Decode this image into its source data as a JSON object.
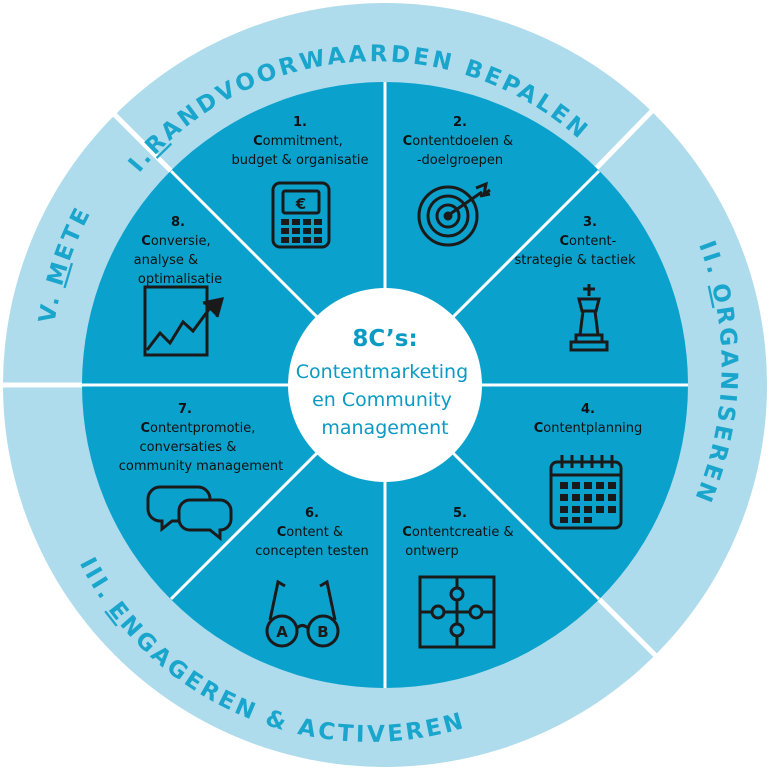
{
  "center": {
    "title": "8C’s:",
    "lines": [
      "Contentmarketing",
      "en Community",
      "management"
    ]
  },
  "phases": [
    {
      "numeral": "I.",
      "first": "R",
      "rest": "ANDVOORWAARDEN BEPALEN"
    },
    {
      "numeral": "II.",
      "first": "O",
      "rest": "RGANISEREN"
    },
    {
      "numeral": "III.",
      "first": "E",
      "rest": "NGAGEREN & ACTIVEREN"
    },
    {
      "numeral": "IV.",
      "first": "M",
      "rest": "ETEN"
    }
  ],
  "segments": [
    {
      "num": "1.",
      "lines": [
        {
          "b": "C",
          "t": "ommitment,"
        },
        {
          "b": "",
          "t": "budget & organisatie"
        }
      ],
      "icon": "calculator-icon"
    },
    {
      "num": "2.",
      "lines": [
        {
          "b": "C",
          "t": "ontentdoelen &"
        },
        {
          "b": "",
          "t": "-doelgroepen"
        }
      ],
      "icon": "target-icon"
    },
    {
      "num": "3.",
      "lines": [
        {
          "b": "C",
          "t": "ontent-"
        },
        {
          "b": "",
          "t": "strategie & tactiek"
        }
      ],
      "icon": "chess-king-icon"
    },
    {
      "num": "4.",
      "lines": [
        {
          "b": "C",
          "t": "ontentplanning"
        }
      ],
      "icon": "calendar-icon"
    },
    {
      "num": "5.",
      "lines": [
        {
          "b": "C",
          "t": "ontentcreatie &"
        },
        {
          "b": "",
          "t": "ontwerp"
        }
      ],
      "icon": "puzzle-icon"
    },
    {
      "num": "6.",
      "lines": [
        {
          "b": "C",
          "t": "ontent &"
        },
        {
          "b": "",
          "t": "concepten testen"
        }
      ],
      "icon": "ab-glasses-icon"
    },
    {
      "num": "7.",
      "lines": [
        {
          "b": "C",
          "t": "ontentpromotie,"
        },
        {
          "b": "",
          "t": "conversaties &"
        },
        {
          "b": "",
          "t": "community management"
        }
      ],
      "icon": "speech-bubbles-icon"
    },
    {
      "num": "8.",
      "lines": [
        {
          "b": "C",
          "t": "onversie,"
        },
        {
          "b": "",
          "t": "analyse &"
        },
        {
          "b": "",
          "t": "optimalisatie"
        }
      ],
      "icon": "growth-chart-icon"
    }
  ],
  "icon_glyphs": {
    "calculator_symbol": "€",
    "glasses_left": "A",
    "glasses_right": "B"
  },
  "colors": {
    "outer_ring": "#aedcec",
    "inner_disc": "#0aa2cc",
    "center": "#ffffff",
    "ring_text": "#1aa5cc",
    "icon_ink": "#1a1a1a"
  }
}
